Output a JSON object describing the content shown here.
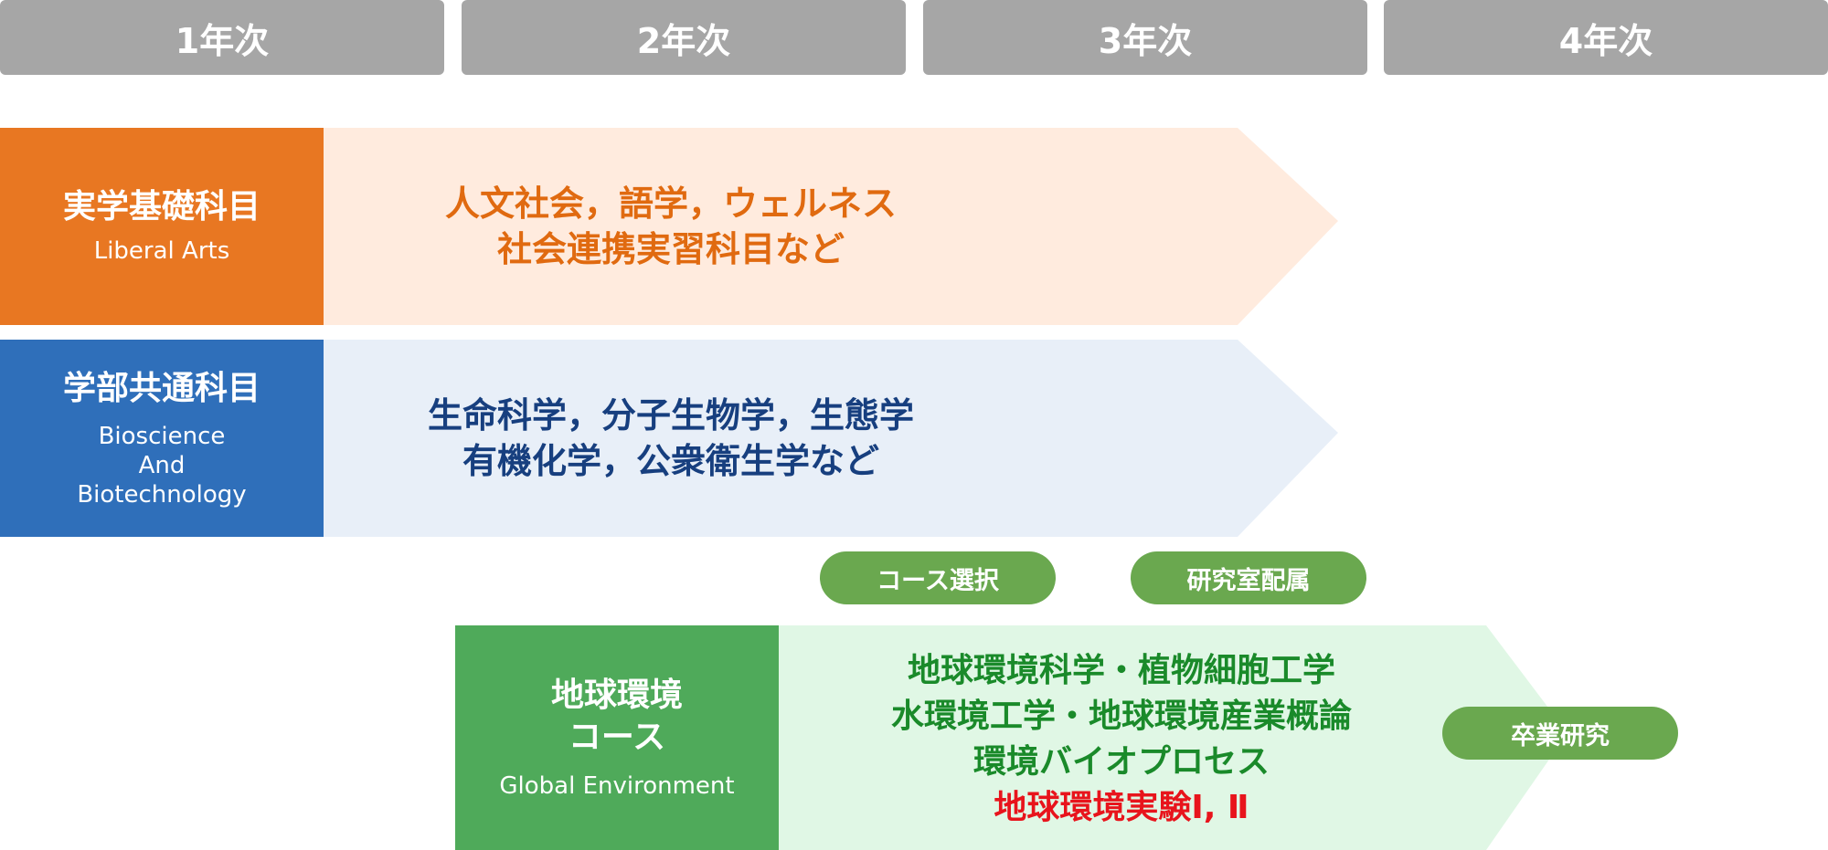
{
  "years": [
    "1年次",
    "2年次",
    "3年次",
    "4年次"
  ],
  "colors": {
    "year_bg": "#a6a6a6",
    "liberal_label": "#e87722",
    "liberal_band": "#ffebde",
    "liberal_text": "#e06a10",
    "bio_label": "#2f6fba",
    "bio_band": "#e8eff8",
    "bio_text": "#173f7f",
    "global_label": "#4faa5a",
    "global_band": "#e0f7e5",
    "global_text": "#1a8a2a",
    "highlight_text": "#e8141c",
    "pill": "#6aa84f"
  },
  "liberal": {
    "title": "実学基礎科目",
    "subtitle": "Liberal Arts",
    "lines": [
      "人文社会，語学，ウェルネス",
      "社会連携実習科目など"
    ]
  },
  "bio": {
    "title": "学部共通科目",
    "subtitle_lines": [
      "Bioscience",
      "And",
      "Biotechnology"
    ],
    "lines": [
      "生命科学，分子生物学，生態学",
      "有機化学，公衆衛生学など"
    ]
  },
  "milestones": {
    "course_selection": "コース選択",
    "lab_assignment": "研究室配属",
    "graduation_research": "卒業研究"
  },
  "global": {
    "title_lines": [
      "地球環境",
      "コース"
    ],
    "subtitle": "Global Environment",
    "lines": [
      "地球環境科学・植物細胞工学",
      "水環境工学・地球環境産業概論",
      "環境バイオプロセス"
    ],
    "highlight": "地球環境実験Ⅰ, Ⅱ"
  }
}
